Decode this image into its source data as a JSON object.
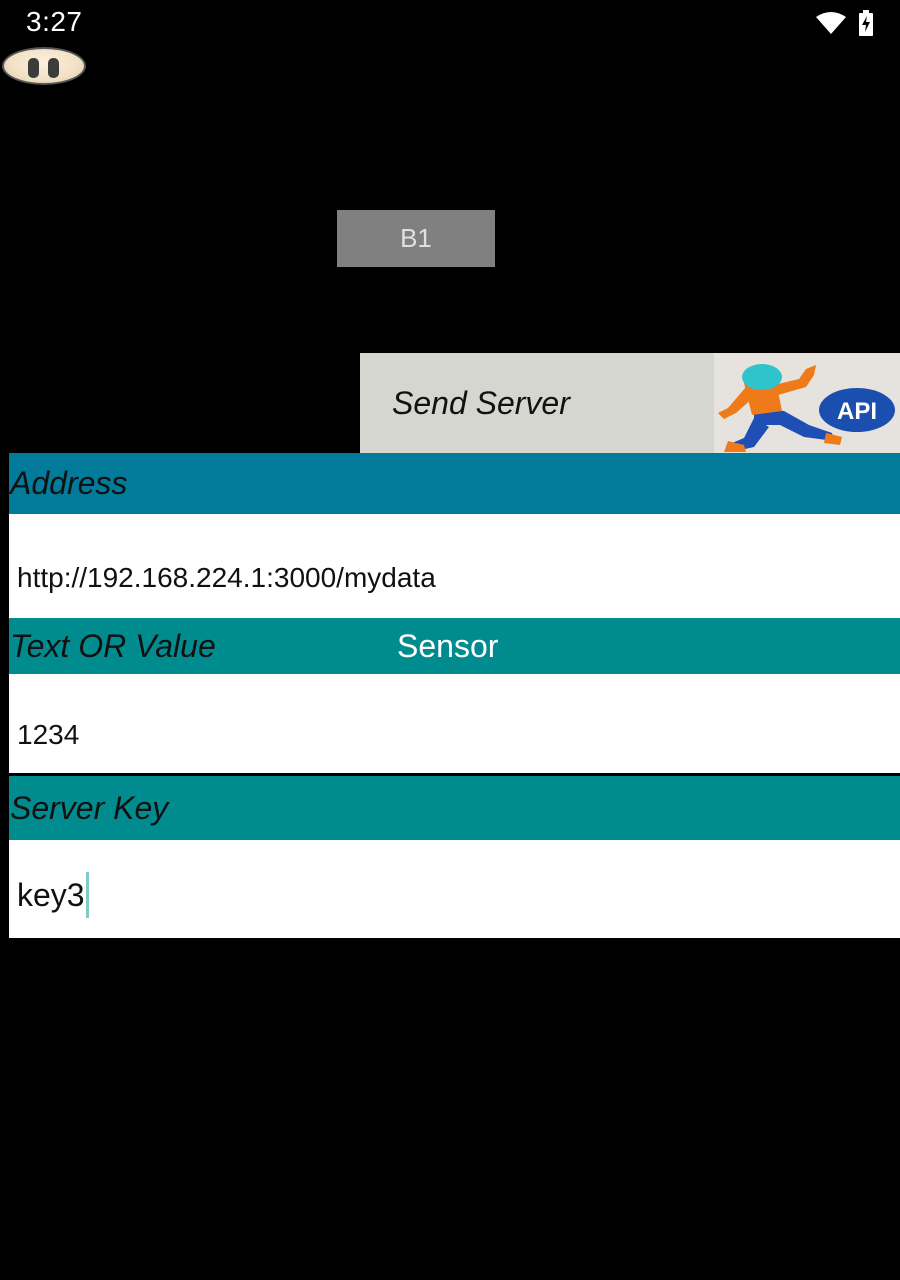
{
  "status_bar": {
    "time": "3:27",
    "icons": [
      "wifi-icon",
      "battery-charging-icon"
    ]
  },
  "pause_button": {
    "icon": "pig-nose-pause-icon"
  },
  "buttons": {
    "b1_label": "B1",
    "send_server_label": "Send Server",
    "api_image_text": "API"
  },
  "form": {
    "address": {
      "label": "Address",
      "value": "http://192.168.224.1:3000/mydata"
    },
    "text_or_value": {
      "label": "Text OR Value",
      "sensor_label": "Sensor",
      "value": "1234"
    },
    "server_key": {
      "label": "Server Key",
      "value": "key3"
    }
  },
  "colors": {
    "address_header": "#027b9b",
    "section_header": "#008b8f",
    "b1_button": "#808080",
    "send_button": "#d6d6d0",
    "cursor": "#80cbc4"
  }
}
